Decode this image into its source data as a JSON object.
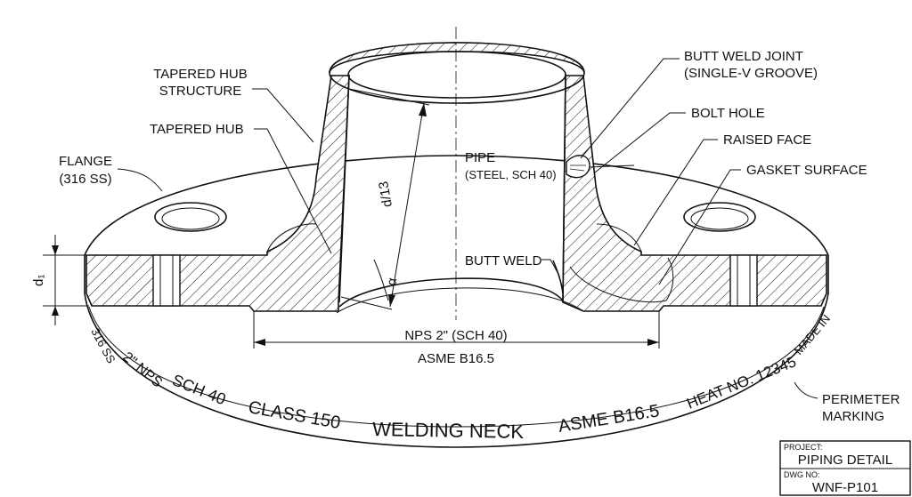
{
  "labels": {
    "tapered_hub_structure_1": "TAPERED HUB",
    "tapered_hub_structure_2": "STRUCTURE",
    "tapered_hub": "TAPERED HUB",
    "flange_1": "FLANGE",
    "flange_2": "(316 SS)",
    "butt_weld_joint_1": "BUTT WELD JOINT",
    "butt_weld_joint_2": "(SINGLE-V GROOVE)",
    "bolt_hole": "BOLT HOLE",
    "raised_face": "RAISED FACE",
    "gasket_surface": "GASKET SURFACE",
    "pipe_1": "PIPE",
    "pipe_2": "(STEEL, SCH 40)",
    "butt_weld": "BUTT WELD",
    "perimeter_marking_1": "PERIMETER",
    "perimeter_marking_2": "MARKING",
    "d1": "d₁",
    "d13": "d/13",
    "alpha": "α"
  },
  "dimension": {
    "nps": "NPS 2\" (SCH 40)",
    "standard": "ASME B16.5"
  },
  "rim_marking": [
    "316 SS",
    "2\" NPS",
    "SCH 40",
    "CLASS 150",
    "WELDING NECK",
    "ASME B16.5",
    "HEAT NO. 12345",
    "MADE IN"
  ],
  "title_block": {
    "project_caption": "PROJECT:",
    "project": "PIPING DETAIL",
    "dwg_caption": "DWG NO:",
    "dwg": "WNF-P101"
  }
}
